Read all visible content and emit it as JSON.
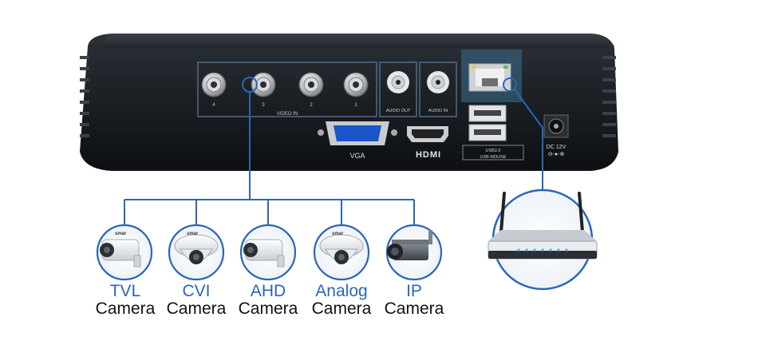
{
  "colors": {
    "accent_blue": "#2a66b8",
    "device_body": "#1e2228",
    "panel": "#0f1216",
    "highlight_box": "#3d6f8e"
  },
  "panel": {
    "video_in_label": "VIDEO IN",
    "bnc_numbers": [
      "4",
      "3",
      "2",
      "1"
    ],
    "audio_out_label": "AUDIO OUT",
    "audio_in_label": "AUDIO IN",
    "vga_label": "VGA",
    "hdmi_label": "HDMI",
    "usb_label_1": "USB2.0",
    "usb_label_2": "USB MOUSE",
    "dc_label": "DC 12V"
  },
  "cameras": [
    {
      "type": "TVL",
      "word": "Camera",
      "icon": "bullet-camera-icon",
      "brand": "smar"
    },
    {
      "type": "CVI",
      "word": "Camera",
      "icon": "dome-camera-icon",
      "brand": "smar"
    },
    {
      "type": "AHD",
      "word": "Camera",
      "icon": "bullet-camera-icon",
      "brand": ""
    },
    {
      "type": "Analog",
      "word": "Camera",
      "icon": "dome-camera-icon",
      "brand": "smar"
    },
    {
      "type": "IP",
      "word": "Camera",
      "icon": "varifocal-camera-icon",
      "brand": ""
    }
  ],
  "router": {
    "icon": "wifi-router-icon"
  }
}
